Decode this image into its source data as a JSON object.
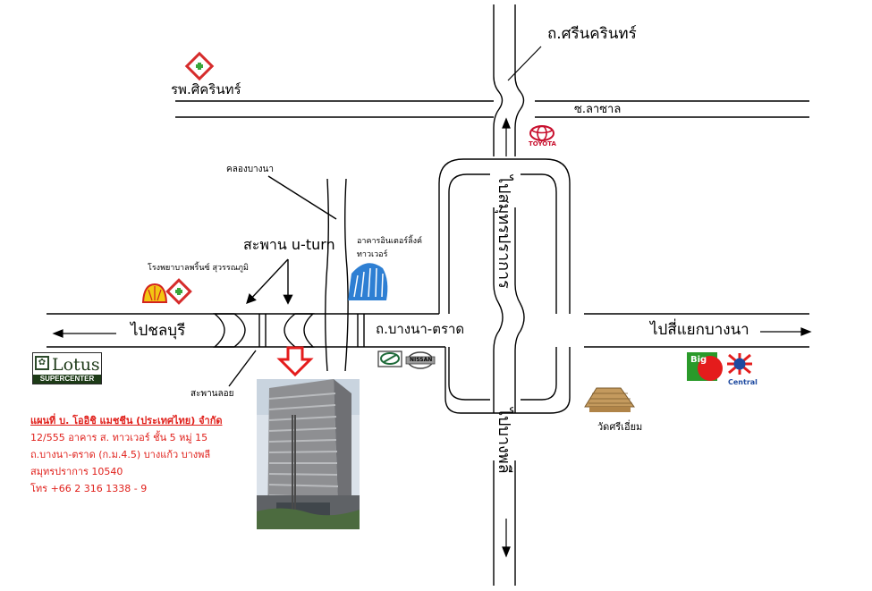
{
  "map": {
    "roads": {
      "srinakarin": "ถ.ศรีนครินทร์",
      "lasalle": "ซ.ลาซาล",
      "bangna_trad": "ถ.บางนา-ตราด",
      "to_chonburi": "ไปชลบุรี",
      "to_bangna_junction": "ไปสี่แยกบางนา",
      "to_samrong": "ไปสมุทรปราการ",
      "to_bangphli": "ไปบางพลี"
    },
    "landmarks": {
      "hospital_sikarin": "รพ.ศิครินทร์",
      "canal_bangna": "คลองบางนา",
      "uturn_bridge": "สะพาน u-turn",
      "prince_hospital": "โรงพยาบาลพริ้นซ์ สุวรรณภูมิ",
      "interlink_tower": "อาคารอินเตอร์ลิ้งค์ ทาวเวอร์",
      "flyover": "สะพานลอย",
      "wat_si_iam": "วัดศรีเอี่ยม"
    },
    "brands": {
      "toyota": "TOYOTA",
      "nissan": "NISSAN",
      "lotus_name": "Lotus",
      "lotus_sub": "SUPERCENTER",
      "big_c": "Big",
      "central": "Central"
    },
    "icons": {
      "hospital": "hospital-cross-icon",
      "shell": "shell-icon",
      "toyota": "toyota-logo",
      "nissan": "nissan-logo",
      "target": "location-arrow-icon"
    },
    "colors": {
      "road_line": "#000000",
      "hospital_green": "#3aa63a",
      "hospital_red": "#d62c2c",
      "info_text": "#e0201b",
      "target_arrow": "#e41c1c",
      "tower_blue": "#2e7fd3"
    }
  },
  "company": {
    "title": "แผนที่ บ. โออิชิ แมชชีน (ประเทศไทย) จำกัด",
    "line1": "12/555 อาคาร ส. ทาวเวอร์ ชั้น 5 หมู่ 15",
    "line2": "ถ.บางนา-ตราด (ก.ม.4.5) บางแก้ว บางพลี",
    "line3": "สมุทรปราการ 10540",
    "line4": "โทร +66 2 316 1338 - 9"
  }
}
